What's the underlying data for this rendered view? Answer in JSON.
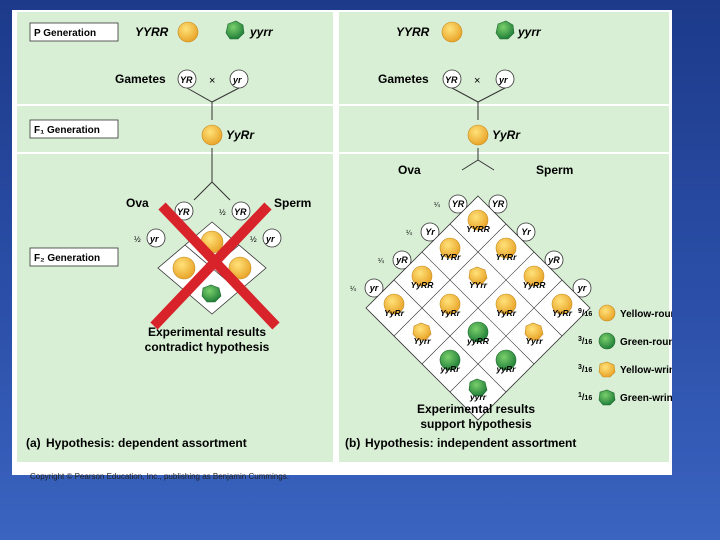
{
  "p_generation_label": "P Generation",
  "f1_generation_label": "F₁ Generation",
  "f2_generation_label": "F₂ Generation",
  "gametes_label": "Gametes",
  "ova_label": "Ova",
  "sperm_label": "Sperm",
  "times_symbol": "×",
  "parent_yellow_round": "YYRR",
  "parent_green_wrinkled": "yyrr",
  "gamete_YR": "YR",
  "gamete_yr": "yr",
  "gamete_Yr": "Yr",
  "gamete_yR": "yR",
  "f1_genotype": "YyRr",
  "half": "½",
  "quarter": "¼",
  "panel_a": {
    "result_line1": "Experimental results",
    "result_line2": "contradict hypothesis",
    "caption_letter": "(a)",
    "caption": "Hypothesis: dependent assortment"
  },
  "panel_b": {
    "grid": [
      "YYRR",
      "YYRr",
      "YyRR",
      "YyRr",
      "YYRr",
      "YYrr",
      "YyRr",
      "Yyrr",
      "YyRR",
      "YyRr",
      "yyRR",
      "yyRr",
      "YyRr",
      "Yyrr",
      "yyRr",
      "yyrr"
    ],
    "result_line1": "Experimental results",
    "result_line2": "support hypothesis",
    "caption_letter": "(b)",
    "caption": "Hypothesis: independent assortment",
    "legend": [
      {
        "ratio_num": "9",
        "ratio_den": "16",
        "label": "Yellow-round",
        "color": "#f3c24a"
      },
      {
        "ratio_num": "3",
        "ratio_den": "16",
        "label": "Green-round",
        "color": "#3aa24a"
      },
      {
        "ratio_num": "3",
        "ratio_den": "16",
        "label": "Yellow-wrinkled",
        "color": "#f3c24a"
      },
      {
        "ratio_num": "1",
        "ratio_den": "16",
        "label": "Green-wrinkled",
        "color": "#2e8b3e"
      }
    ]
  },
  "copyright": "Copyright © Pearson Education, Inc., publishing as Benjamin Cummings."
}
